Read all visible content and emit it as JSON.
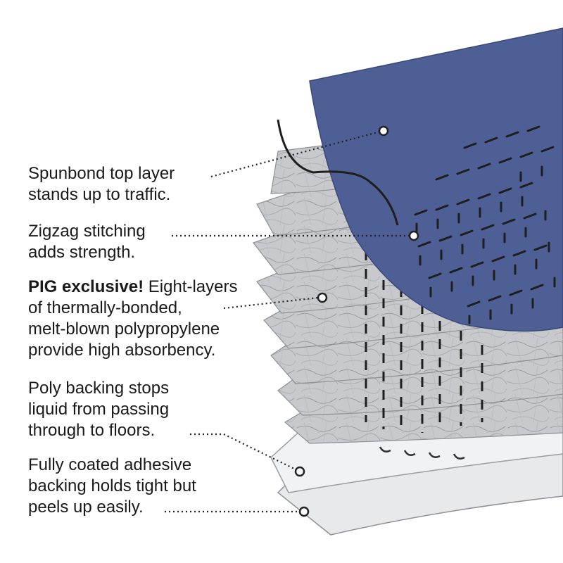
{
  "callouts": [
    {
      "lines": [
        "Spunbond top layer",
        "stands up to traffic."
      ]
    },
    {
      "lines": [
        "Zigzag stitching",
        "adds strength."
      ]
    },
    {
      "bold": "PIG exclusive!",
      "lines": [
        " Eight-layers",
        "of thermally-bonded,",
        "melt-blown polypropylene",
        "provide high absorbency."
      ]
    },
    {
      "lines": [
        "Poly backing stops",
        "liquid from passing",
        "through to floors."
      ]
    },
    {
      "lines": [
        "Fully coated adhesive",
        "backing holds tight but",
        "peels up easily."
      ]
    }
  ],
  "colors": {
    "top_layer": "#4e5f96",
    "absorbent_layer": "#c9cacc",
    "stitch": "#1e1e1e",
    "backing": "#e9eaec",
    "leader": "#222222"
  }
}
